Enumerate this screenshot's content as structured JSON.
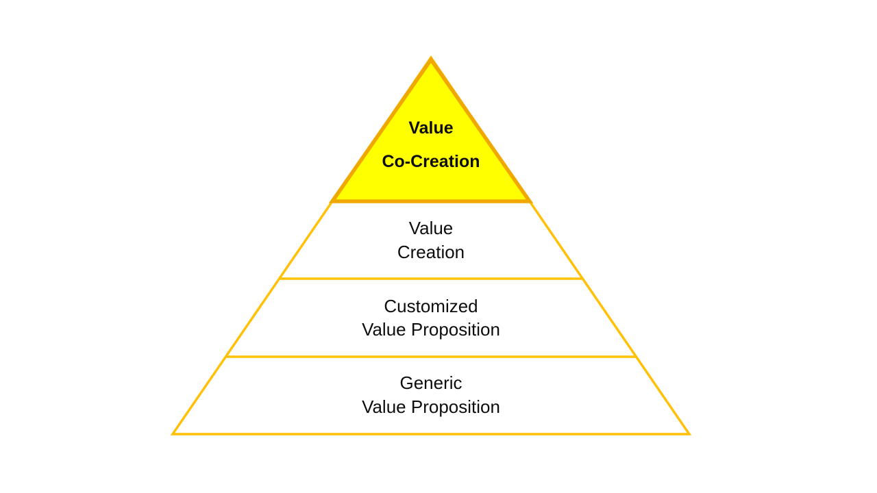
{
  "diagram": {
    "type": "pyramid",
    "levels": [
      {
        "name": "value-co-creation",
        "line1": "Value",
        "line2": "Co-Creation",
        "fill": "#ffff00",
        "border": "#f0a800",
        "emphasis": "bold"
      },
      {
        "name": "value-creation",
        "line1": "Value",
        "line2": "Creation",
        "fill": "#ffffff",
        "border": "#ffc107",
        "emphasis": "regular"
      },
      {
        "name": "customized-value-proposition",
        "line1": "Customized",
        "line2": "Value Proposition",
        "fill": "#ffffff",
        "border": "#ffc107",
        "emphasis": "regular"
      },
      {
        "name": "generic-value-proposition",
        "line1": "Generic",
        "line2": "Value Proposition",
        "fill": "#ffffff",
        "border": "#ffc107",
        "emphasis": "regular"
      }
    ],
    "colors": {
      "outline": "#ffc107",
      "top_triangle_border": "#f0a800",
      "top_triangle_fill": "#ffff00",
      "text": "#0d0d0d",
      "background": "#ffffff"
    }
  }
}
